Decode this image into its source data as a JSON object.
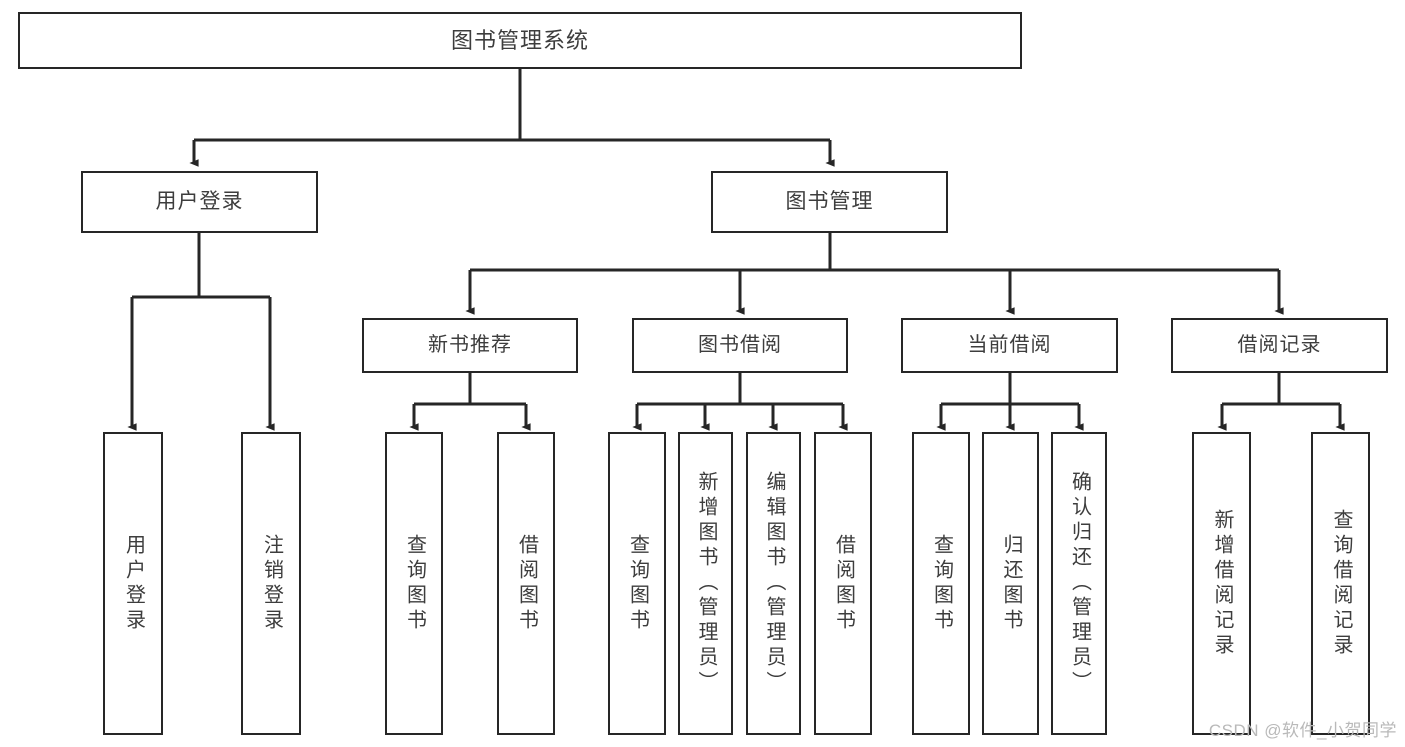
{
  "diagram": {
    "type": "tree",
    "title": "图书管理系统",
    "watermark": "CSDN @软件_小贺同学",
    "colors": {
      "box_border": "#262626",
      "box_fill": "#ffffff",
      "text": "#3d3d3d",
      "edge": "#262626",
      "watermark": "#b9b9b9"
    },
    "nodes": {
      "root": "图书管理系统",
      "level2": {
        "user_login": "用户登录",
        "book_manage": "图书管理"
      },
      "level3": {
        "new_book_recommend": "新书推荐",
        "book_borrow": "图书借阅",
        "current_borrow": "当前借阅",
        "borrow_record": "借阅记录"
      },
      "leaves": {
        "user_login_1": "用户登录",
        "user_login_2": "注销登录",
        "recommend_1": "查询图书",
        "recommend_2": "借阅图书",
        "borrow_1": "查询图书",
        "borrow_2": "新增图书（管理员）",
        "borrow_3": "编辑图书（管理员）",
        "borrow_4": "借阅图书",
        "current_1": "查询图书",
        "current_2": "归还图书",
        "current_3": "确认归还（管理员）",
        "record_1": "新增借阅记录",
        "record_2": "查询借阅记录"
      }
    }
  }
}
